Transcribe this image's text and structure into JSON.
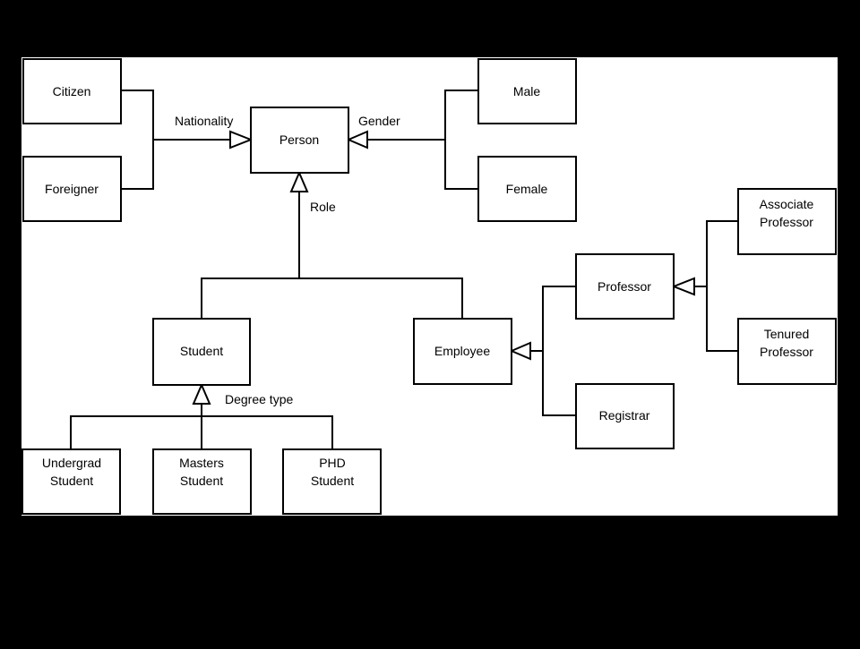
{
  "colors": {
    "background": "#000000",
    "canvas": "#ffffff",
    "stroke": "#000000",
    "text": "#000000"
  },
  "nodes": {
    "citizen": [
      "Citizen"
    ],
    "foreigner": [
      "Foreigner"
    ],
    "person": [
      "Person"
    ],
    "male": [
      "Male"
    ],
    "female": [
      "Female"
    ],
    "student": [
      "Student"
    ],
    "employee": [
      "Employee"
    ],
    "professor": [
      "Professor"
    ],
    "registrar": [
      "Registrar"
    ],
    "associate_professor": [
      "Associate",
      "Professor"
    ],
    "tenured_professor": [
      "Tenured",
      "Professor"
    ],
    "undergrad_student": [
      "Undergrad",
      "Student"
    ],
    "masters_student": [
      "Masters",
      "Student"
    ],
    "phd_student": [
      "PHD",
      "Student"
    ]
  },
  "edge_labels": {
    "nationality": "Nationality",
    "gender": "Gender",
    "role": "Role",
    "degree_type": "Degree type"
  }
}
